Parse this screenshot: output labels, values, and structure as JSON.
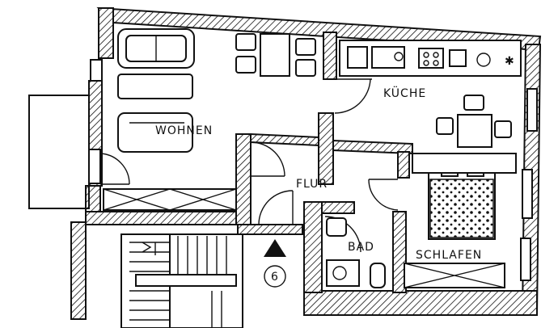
{
  "rooms": {
    "wohnen": "WOHNEN",
    "kueche": "KÜCHE",
    "flur": "FLUR",
    "bad": "BAD",
    "schlafen": "SCHLAFEN"
  },
  "entrance": {
    "number": "6"
  }
}
